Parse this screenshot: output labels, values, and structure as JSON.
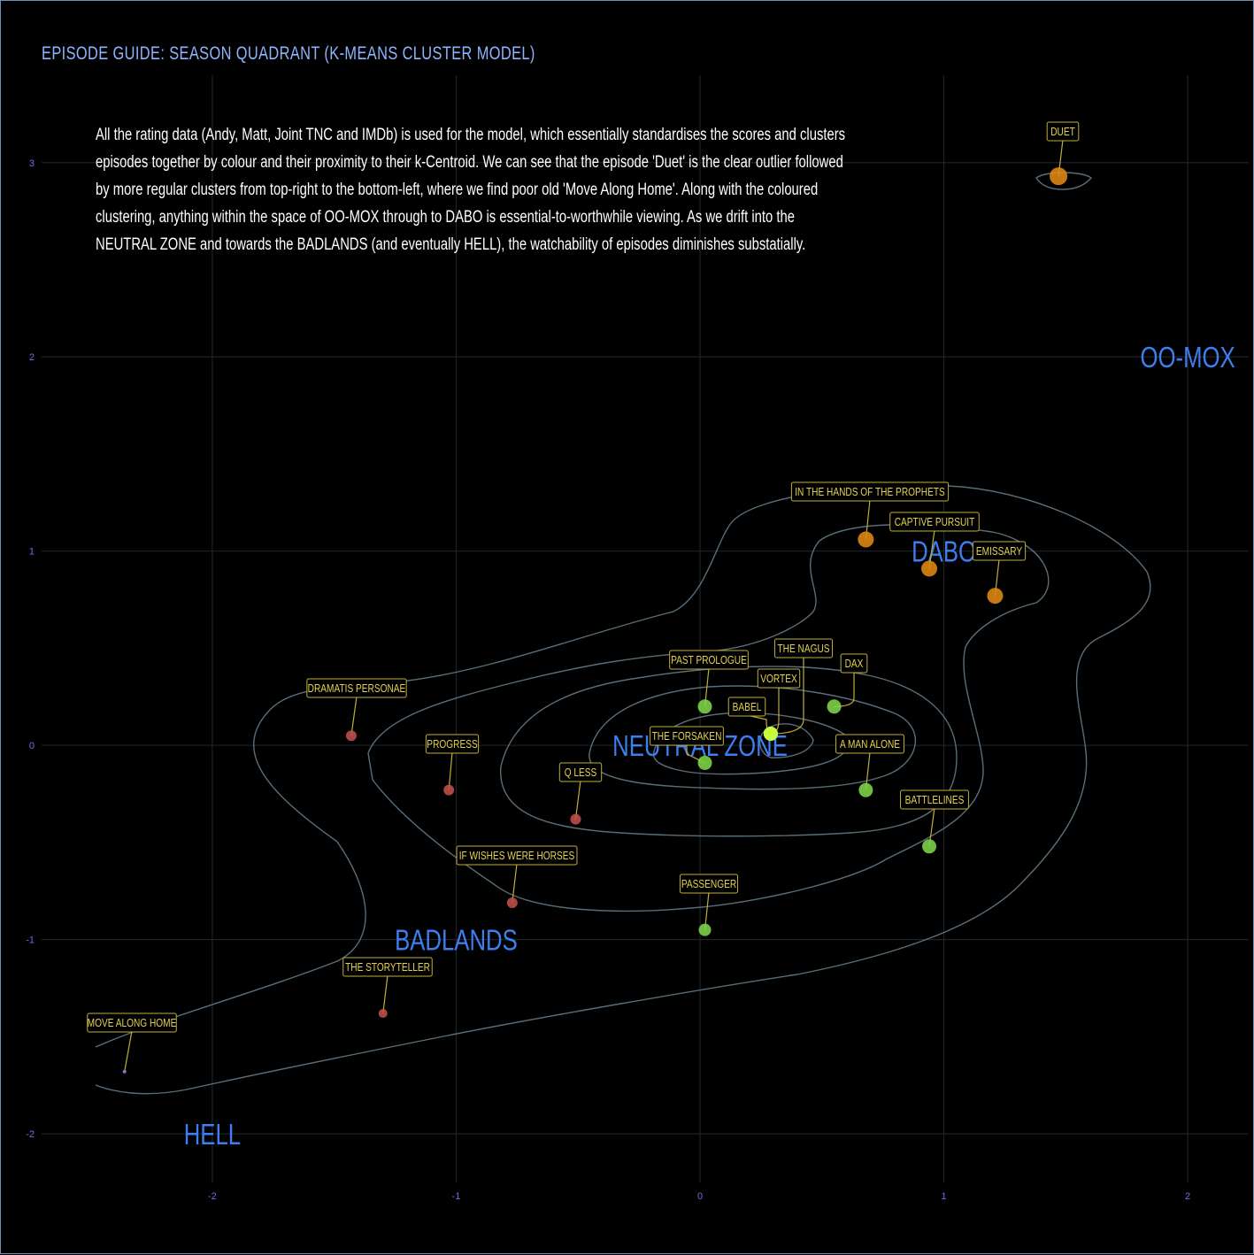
{
  "title": "EPISODE GUIDE: SEASON QUADRANT (K-MEANS CLUSTER MODEL)",
  "description": "All the rating data (Andy, Matt, Joint TNC and IMDb) is used for the model, which essentially standardises the scores and clusters episodes together by colour and their proximity to their k-Centroid. We can see that the episode 'Duet' is the clear outlier followed by more regular clusters from top-right to the bottom-left, where we find poor old 'Move Along Home'. Along with the coloured clustering, anything within the space of OO-MOX through to DABO is essential-to-worthwhile viewing. As we drift into the NEUTRAL ZONE and towards the BADLANDS (and eventually HELL), the watchability of episodes diminishes substatially.",
  "colors": {
    "background": "#000000",
    "grid": "#1f2326",
    "contour": "#6a8090",
    "axis_text": "#6e6ee6",
    "zone_text": "#3d7ef0",
    "label_text": "#e3d24f",
    "label_border": "#bfae38",
    "cluster_orange": "#e08a12",
    "cluster_green": "#7fd64a",
    "cluster_lime": "#c8ff3c",
    "cluster_red": "#c0504d",
    "cluster_purple": "#9080e0"
  },
  "chart_data": {
    "type": "scatter",
    "xlim": [
      -2.7,
      2.25
    ],
    "ylim": [
      -2.25,
      3.45
    ],
    "x_ticks": [
      -2,
      -1,
      0,
      1,
      2
    ],
    "y_ticks": [
      -2,
      -1,
      0,
      1,
      2,
      3
    ],
    "x_tick_labels": [
      "-2",
      "-1",
      "0",
      "1",
      "2"
    ],
    "y_tick_labels": [
      "-2",
      "-1",
      "0",
      "1",
      "2",
      "3"
    ],
    "grid": true,
    "zones": [
      {
        "label": "OO-MOX",
        "x": 2.0,
        "y": 2.0
      },
      {
        "label": "DABO",
        "x": 1.0,
        "y": 1.0
      },
      {
        "label": "NEUTRAL ZONE",
        "x": 0.0,
        "y": 0.0
      },
      {
        "label": "BADLANDS",
        "x": -1.0,
        "y": -1.0
      },
      {
        "label": "HELL",
        "x": -2.0,
        "y": -2.0
      }
    ],
    "points": [
      {
        "name": "DUET",
        "x": 1.47,
        "y": 2.93,
        "cluster": "orange",
        "size": 10
      },
      {
        "name": "IN THE HANDS OF THE PROPHETS",
        "x": 0.68,
        "y": 1.06,
        "cluster": "orange",
        "size": 9
      },
      {
        "name": "CAPTIVE PURSUIT",
        "x": 0.94,
        "y": 0.91,
        "cluster": "orange",
        "size": 9
      },
      {
        "name": "EMISSARY",
        "x": 1.21,
        "y": 0.77,
        "cluster": "orange",
        "size": 9
      },
      {
        "name": "PAST PROLOGUE",
        "x": 0.02,
        "y": 0.2,
        "cluster": "green",
        "size": 8
      },
      {
        "name": "THE NAGUS",
        "x": 0.29,
        "y": 0.06,
        "cluster": "lime",
        "size": 8
      },
      {
        "name": "VORTEX",
        "x": 0.29,
        "y": 0.06,
        "cluster": "lime",
        "size": 8
      },
      {
        "name": "BABEL",
        "x": 0.29,
        "y": 0.06,
        "cluster": "lime",
        "size": 8
      },
      {
        "name": "DAX",
        "x": 0.55,
        "y": 0.2,
        "cluster": "green",
        "size": 8
      },
      {
        "name": "THE FORSAKEN",
        "x": 0.02,
        "y": -0.09,
        "cluster": "green",
        "size": 8
      },
      {
        "name": "A MAN ALONE",
        "x": 0.68,
        "y": -0.23,
        "cluster": "green",
        "size": 8
      },
      {
        "name": "BATTLELINES",
        "x": 0.94,
        "y": -0.52,
        "cluster": "green",
        "size": 8
      },
      {
        "name": "PASSENGER",
        "x": 0.02,
        "y": -0.95,
        "cluster": "green",
        "size": 7
      },
      {
        "name": "DRAMATIS PERSONAE",
        "x": -1.43,
        "y": 0.05,
        "cluster": "red",
        "size": 6
      },
      {
        "name": "PROGRESS",
        "x": -1.03,
        "y": -0.23,
        "cluster": "red",
        "size": 6
      },
      {
        "name": "Q LESS",
        "x": -0.51,
        "y": -0.38,
        "cluster": "red",
        "size": 6
      },
      {
        "name": "IF WISHES WERE HORSES",
        "x": -0.77,
        "y": -0.81,
        "cluster": "red",
        "size": 6
      },
      {
        "name": "THE STORYTELLER",
        "x": -1.3,
        "y": -1.38,
        "cluster": "red",
        "size": 5
      },
      {
        "name": "MOVE ALONG HOME",
        "x": -2.36,
        "y": -1.68,
        "cluster": "purple",
        "size": 2
      }
    ]
  }
}
